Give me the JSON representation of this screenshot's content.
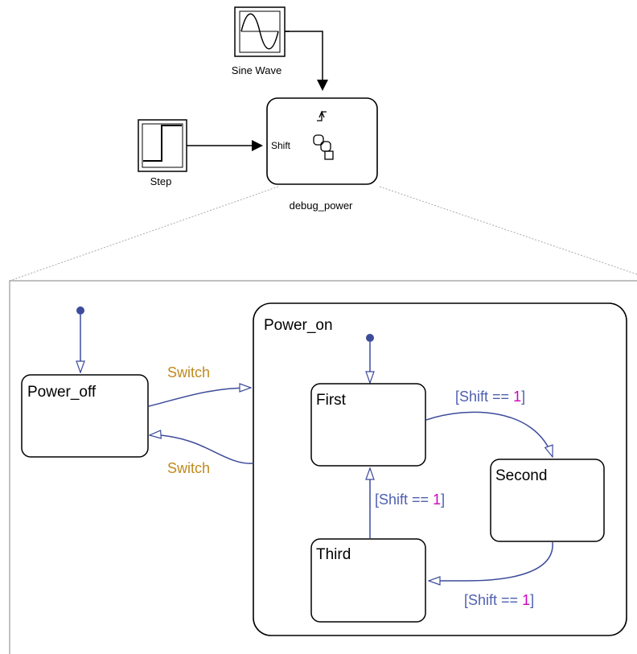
{
  "model": {
    "blocks": {
      "sine": {
        "label": "Sine Wave"
      },
      "step": {
        "label": "Step"
      },
      "chart": {
        "label": "debug_power",
        "input_port": "Shift"
      }
    }
  },
  "chart": {
    "states": {
      "power_off": {
        "label": "Power_off"
      },
      "power_on": {
        "label": "Power_on"
      },
      "first": {
        "label": "First"
      },
      "second": {
        "label": "Second"
      },
      "third": {
        "label": "Third"
      }
    },
    "transitions": {
      "off_to_on": {
        "label": "Switch"
      },
      "on_to_off": {
        "label": "Switch"
      },
      "first_to_second": {
        "open": "[",
        "var": "Shift",
        "op": " == ",
        "val": "1",
        "close": "]"
      },
      "third_to_first": {
        "open": "[",
        "var": "Shift",
        "op": " == ",
        "val": "1",
        "close": "]"
      },
      "second_to_third": {
        "open": "[",
        "var": "Shift",
        "op": " == ",
        "val": "1",
        "close": "]"
      }
    }
  },
  "colors": {
    "transition": "#3c4b9a",
    "event_label": "#c08a1e",
    "condition_label": "#5060b0",
    "condition_value": "#d000c0",
    "outline": "#000000"
  }
}
